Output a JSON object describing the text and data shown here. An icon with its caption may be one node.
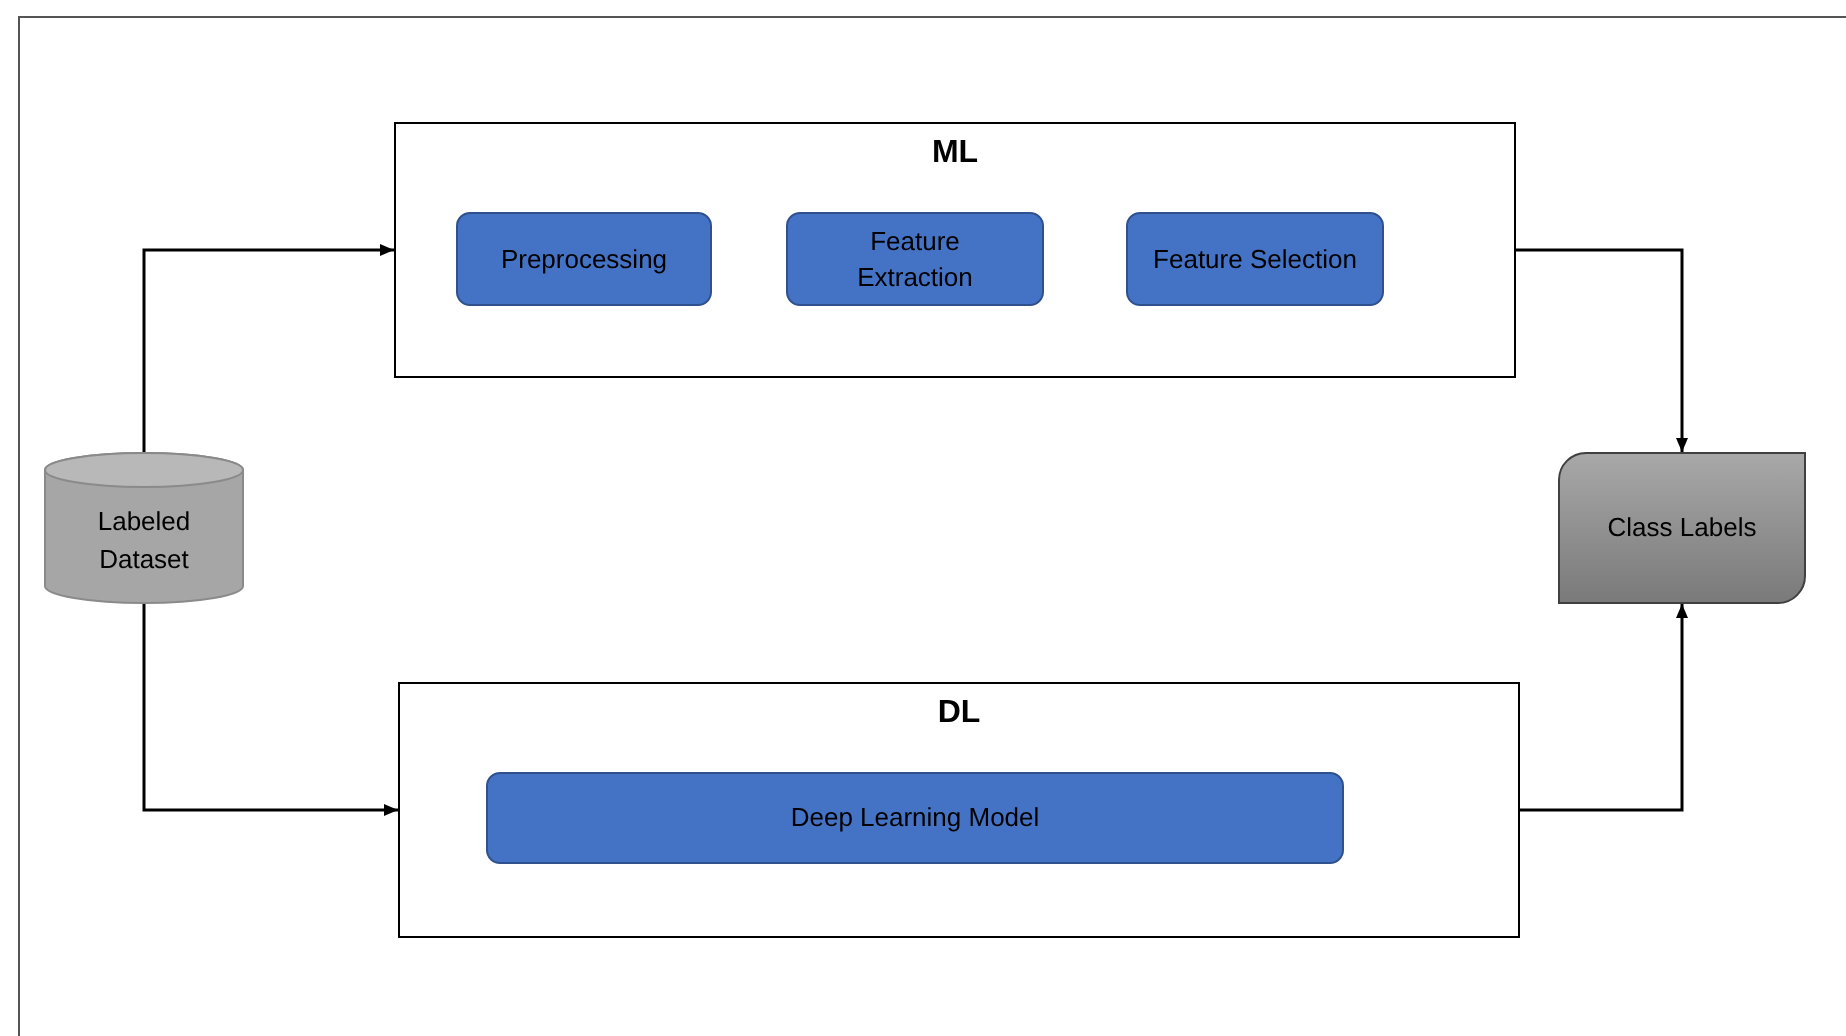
{
  "diagram": {
    "nodes": [
      {
        "text": [
          "Labeled Dataset"
        ]
      },
      {
        "text": [
          "ML"
        ]
      },
      {
        "text": [
          "Preprocessing"
        ],
        "in": 1
      },
      {
        "text": [
          "Feature Extraction"
        ],
        "in": 1
      },
      {
        "text": [
          "Feature Selection"
        ],
        "in": 1
      },
      {
        "text": [
          "DL"
        ]
      },
      {
        "text": [
          "Deep Learning Model"
        ],
        "in": 5
      },
      {
        "text": [
          "Class Labels"
        ]
      }
    ],
    "edges": [
      {
        "from": 0,
        "to": 1,
        "arrow": "to"
      },
      {
        "from": 0,
        "to": 5,
        "arrow": "to"
      },
      {
        "from": 1,
        "to": 7,
        "arrow": "to"
      },
      {
        "from": 5,
        "to": 7,
        "arrow": "to"
      }
    ]
  }
}
